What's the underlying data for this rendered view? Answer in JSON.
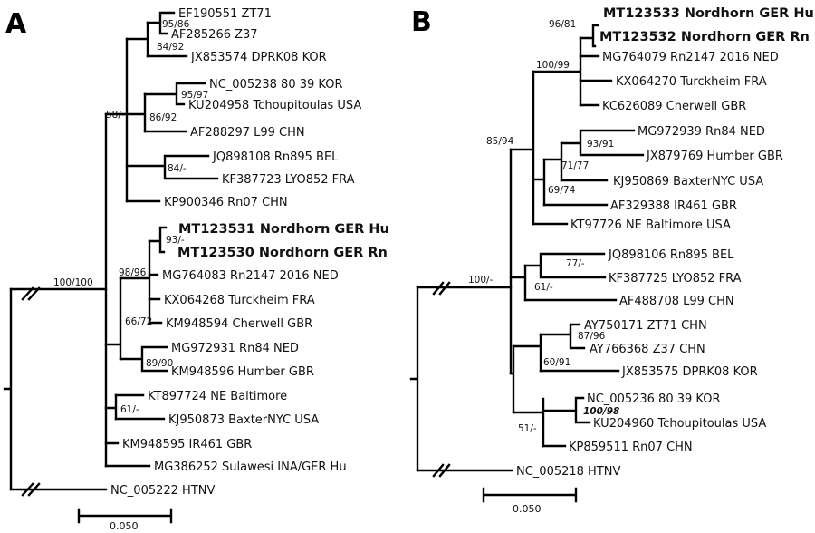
{
  "panels": {
    "a": {
      "label": "A",
      "leaves": [
        "EF190551 ZT71",
        "AF285266 Z37",
        "JX853574 DPRK08 KOR",
        "NC_005238 80 39 KOR",
        "KU204958 Tchoupitoulas USA",
        "AF288297 L99 CHN",
        "JQ898108 Rn895 BEL",
        "KF387723 LYO852 FRA",
        "KP900346 Rn07 CHN",
        "MT123531 Nordhorn GER Hu",
        "MT123530 Nordhorn GER Rn",
        "MG764083 Rn2147 2016 NED",
        "KX064268 Turckheim FRA",
        "KM948594 Cherwell GBR",
        "MG972931 Rn84 NED",
        "KM948596 Humber GBR",
        "KT897724 NE Baltimore",
        "KJ950873 BaxterNYC USA",
        "KM948595 IR461 GBR",
        "MG386252 Sulawesi INA/GER Hu",
        "NC_005222 HTNV"
      ],
      "support": [
        "95/86",
        "84/92",
        "95/97",
        "86/92",
        "58/-",
        "84/-",
        "93/-",
        "98/96",
        "66/72",
        "89/90",
        "100/100",
        "61/-"
      ],
      "scale": "0.050"
    },
    "b": {
      "label": "B",
      "leaves": [
        "MT123533 Nordhorn GER Hu",
        "MT123532 Nordhorn GER Rn",
        "MG764079 Rn2147 2016 NED",
        "KX064270 Turckheim FRA",
        "KC626089 Cherwell GBR",
        "MG972939 Rn84 NED",
        "JX879769 Humber GBR",
        "KJ950869 BaxterNYC USA",
        "AF329388 IR461 GBR",
        "KT97726 NE Baltimore USA",
        "JQ898106 Rn895 BEL",
        "KF387725 LYO852 FRA",
        "AF488708 L99 CHN",
        "AY750171 ZT71 CHN",
        "AY766368 Z37 CHN",
        "JX853575 DPRK08 KOR",
        "NC_005236 80 39 KOR",
        "KU204960 Tchoupitoulas USA",
        "KP859511 Rn07 CHN",
        "NC_005218 HTNV"
      ],
      "support": [
        "96/81",
        "100/99",
        "85/94",
        "93/91",
        "71/77",
        "69/74",
        "77/-",
        "61/-",
        "100/-",
        "87/96",
        "60/91",
        "100/98",
        "51/-"
      ],
      "scale": "0.050"
    }
  }
}
